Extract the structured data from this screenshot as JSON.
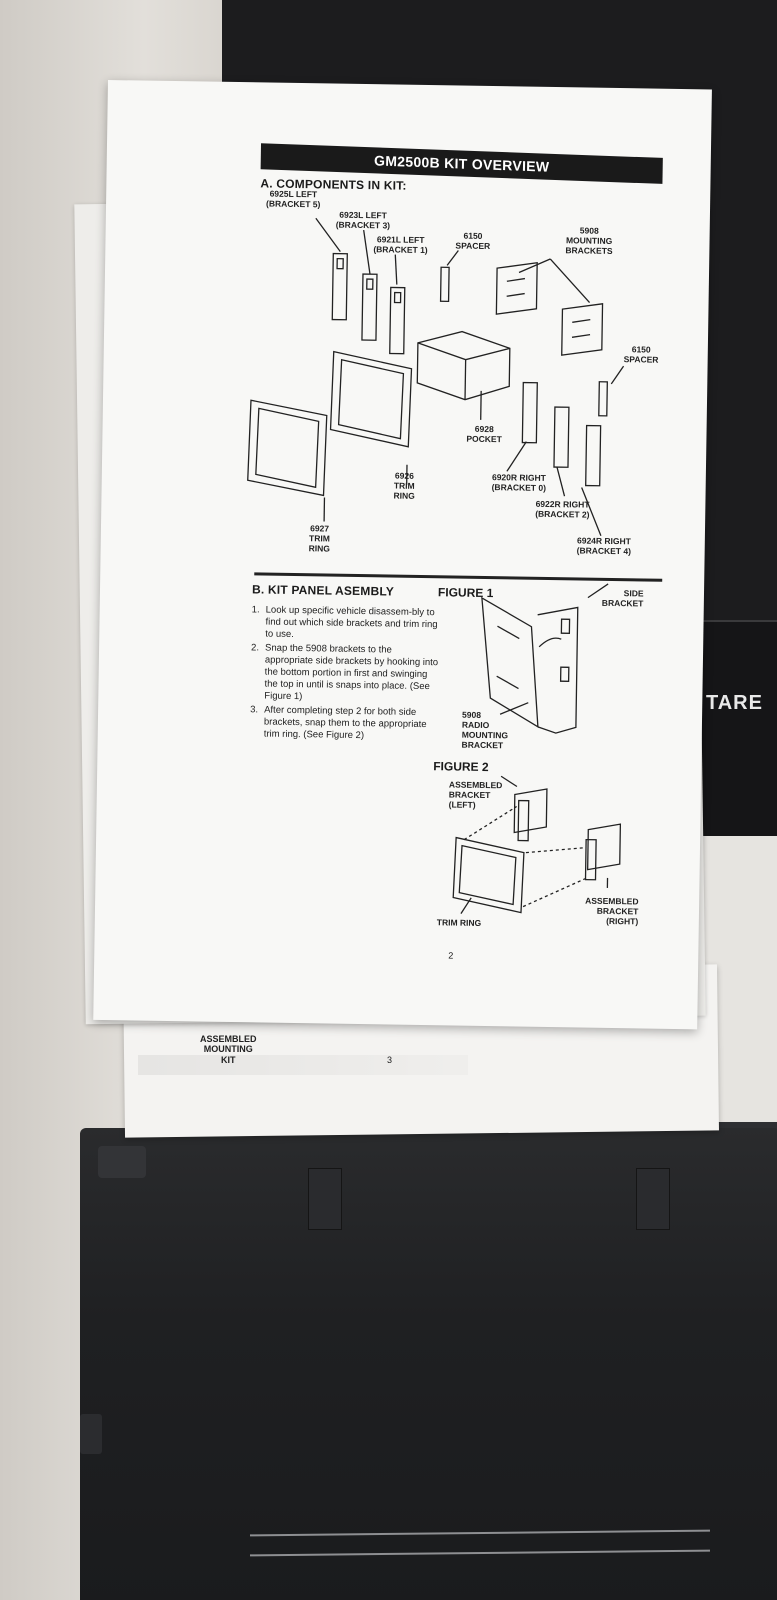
{
  "sheet": {
    "title": "GM2500B KIT OVERVIEW",
    "section_a": "A. COMPONENTS IN KIT:",
    "components": {
      "c6925l": [
        "6925L LEFT",
        "(BRACKET 5)"
      ],
      "c6923l": [
        "6923L LEFT",
        "(BRACKET 3)"
      ],
      "c6921l": [
        "6921L LEFT",
        "(BRACKET 1)"
      ],
      "c6150a": [
        "6150",
        "SPACER"
      ],
      "c5908": [
        "5908",
        "MOUNTING",
        "BRACKETS"
      ],
      "c6150b": [
        "6150",
        "SPACER"
      ],
      "c6928": [
        "6928",
        "POCKET"
      ],
      "c6926": [
        "6926",
        "TRIM",
        "RING"
      ],
      "c6920r": [
        "6920R RIGHT",
        "(BRACKET 0)"
      ],
      "c6922r": [
        "6922R RIGHT",
        "(BRACKET 2)"
      ],
      "c6927": [
        "6927",
        "TRIM",
        "RING"
      ],
      "c6924r": [
        "6924R RIGHT",
        "(BRACKET 4)"
      ]
    },
    "section_b": "B. KIT PANEL ASEMBLY",
    "steps": [
      {
        "num": "1.",
        "text": "Look up specific vehicle disassem-bly to find out which side brackets and trim ring to use."
      },
      {
        "num": "2.",
        "text": "Snap the 5908 brackets to the appropriate side brackets by hooking into the bottom portion in first and swinging the top in until is snaps into place. (See Figure 1)"
      },
      {
        "num": "3.",
        "text": "After completing step 2 for both side brackets, snap them to the appropriate trim ring.  (See Figure 2)"
      }
    ],
    "figure1": {
      "title": "FIGURE 1",
      "side_bracket": [
        "SIDE",
        "BRACKET"
      ],
      "radio_bracket": [
        "5908",
        "RADIO",
        "MOUNTING",
        "BRACKET"
      ]
    },
    "figure2": {
      "title": "FIGURE 2",
      "left": [
        "ASSEMBLED",
        "BRACKET",
        "(LEFT)"
      ],
      "right": [
        "ASSEMBLED",
        "BRACKET",
        "(RIGHT)"
      ],
      "trim": "TRIM RING"
    },
    "page_number": "2"
  },
  "under_sheet": {
    "label": [
      "ASSEMBLED",
      "MOUNTING",
      "KIT"
    ],
    "page_number": "3"
  },
  "background": {
    "box_text": "TARE"
  }
}
